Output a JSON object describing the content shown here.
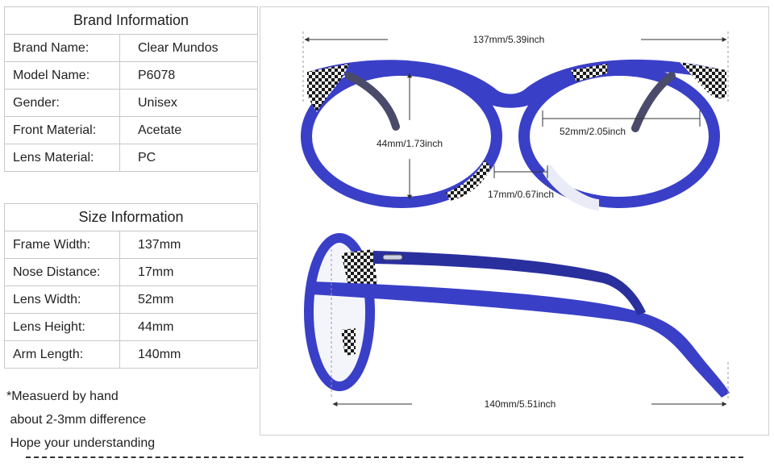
{
  "brand_info": {
    "title": "Brand Information",
    "rows": [
      {
        "label": "Brand Name:",
        "value": "Clear Mundos"
      },
      {
        "label": "Model Name:",
        "value": "P6078"
      },
      {
        "label": "Gender:",
        "value": "Unisex"
      },
      {
        "label": "Front Material:",
        "value": "Acetate"
      },
      {
        "label": "Lens Material:",
        "value": "PC"
      }
    ]
  },
  "size_info": {
    "title": "Size Information",
    "rows": [
      {
        "label": "Frame Width:",
        "value": "137mm"
      },
      {
        "label": "Nose Distance:",
        "value": "17mm"
      },
      {
        "label": "Lens Width:",
        "value": "52mm"
      },
      {
        "label": "Lens Height:",
        "value": "44mm"
      },
      {
        "label": "Arm Length:",
        "value": "140mm"
      }
    ]
  },
  "notes": [
    "*Measuerd by hand",
    " about 2-3mm difference",
    " Hope your understanding"
  ],
  "dimensions": {
    "frame_width": "137mm/5.39inch",
    "lens_height": "44mm/1.73inch",
    "lens_width": "52mm/2.05inch",
    "nose_distance": "17mm/0.67inch",
    "arm_length": "140mm/5.51inch"
  },
  "colors": {
    "frame": "#3a3fc8",
    "frame_dark": "#2a2f9e",
    "pattern": "#1a1a1a"
  }
}
